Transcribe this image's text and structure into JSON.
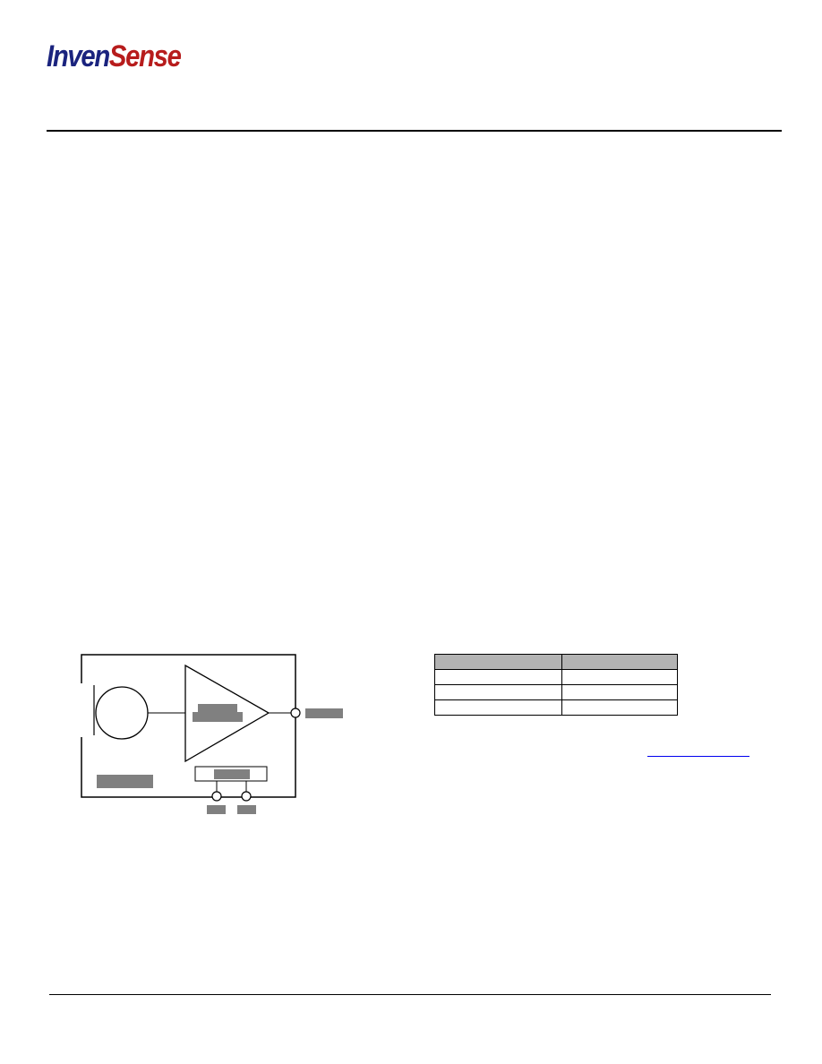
{
  "header": {
    "logo": {
      "part1": "Inven",
      "part2": "Sense",
      "color_part1": "#1a237e",
      "color_part2": "#b71c1c"
    }
  },
  "diagram": {
    "redacted_label_color": "#808080"
  },
  "pin_table": {
    "rows": 4,
    "header_color": "#b3b3b3"
  },
  "link": {
    "text": "",
    "color": "#0000ee"
  }
}
